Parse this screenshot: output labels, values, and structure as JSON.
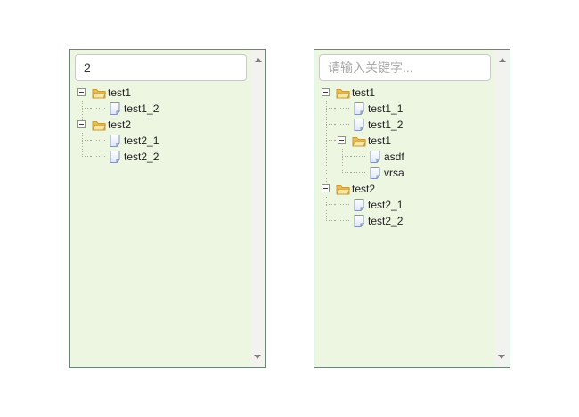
{
  "left_panel": {
    "search_input": {
      "value": "2"
    },
    "tree": [
      {
        "label": "test1",
        "type": "folder",
        "cols": [
          "exp"
        ]
      },
      {
        "label": "test1_2",
        "type": "file",
        "cols": [
          "tee",
          "hline"
        ]
      },
      {
        "label": "test2",
        "type": "folder",
        "cols": [
          "expt"
        ]
      },
      {
        "label": "test2_1",
        "type": "file",
        "cols": [
          "tee",
          "hline"
        ]
      },
      {
        "label": "test2_2",
        "type": "file",
        "cols": [
          "corner",
          "hline"
        ]
      }
    ]
  },
  "right_panel": {
    "search_input": {
      "placeholder": "请输入关键字..."
    },
    "tree": [
      {
        "label": "test1",
        "type": "folder",
        "cols": [
          "exp"
        ]
      },
      {
        "label": "test1_1",
        "type": "file",
        "cols": [
          "tee",
          "hline"
        ]
      },
      {
        "label": "test1_2",
        "type": "file",
        "cols": [
          "tee",
          "hline"
        ]
      },
      {
        "label": "test1",
        "type": "folder",
        "cols": [
          "tee",
          "hexp"
        ]
      },
      {
        "label": "asdf",
        "type": "file",
        "cols": [
          "pass",
          "tee",
          "hline"
        ]
      },
      {
        "label": "vrsa",
        "type": "file",
        "cols": [
          "pass",
          "corner",
          "hline"
        ]
      },
      {
        "label": "test2",
        "type": "folder",
        "cols": [
          "expt"
        ]
      },
      {
        "label": "test2_1",
        "type": "file",
        "cols": [
          "tee",
          "hline"
        ]
      },
      {
        "label": "test2_2",
        "type": "file",
        "cols": [
          "corner",
          "hline"
        ]
      }
    ]
  },
  "colors": {
    "panel_background": "#edf6e1",
    "panel_border": "#6f8579",
    "folder_icon_fill": "#f0c355",
    "folder_icon_outline": "#c99b3b",
    "file_icon_outline": "#8694b8",
    "tree_line": "#a8a89a",
    "placeholder_text": "#a9a9a9",
    "scroll_arrow": "#7d7d7d"
  }
}
